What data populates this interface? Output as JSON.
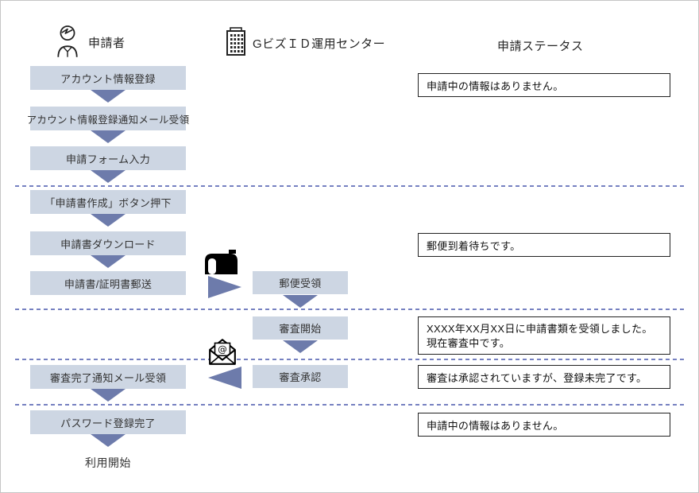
{
  "header": {
    "applicant_label": "申請者",
    "operator_label": "GビズＩＤ運用センター",
    "status_label": "申請ステータス"
  },
  "applicant_steps": [
    {
      "label": "アカウント情報登録"
    },
    {
      "label": "アカウント情報登録通知メール受領"
    },
    {
      "label": "申請フォーム入力"
    },
    {
      "label": "「申請書作成」ボタン押下"
    },
    {
      "label": "申請書ダウンロード"
    },
    {
      "label": "申請書/証明書郵送"
    },
    {
      "label": "審査完了通知メール受領"
    },
    {
      "label": "パスワード登録完了"
    }
  ],
  "final_step": "利用開始",
  "operator_steps": [
    {
      "label": "郵便受領"
    },
    {
      "label": "審査開始"
    },
    {
      "label": "審査承認"
    }
  ],
  "status_messages": [
    {
      "text": "申請中の情報はありません。"
    },
    {
      "text": "郵便到着待ちです。"
    },
    {
      "text": "XXXX年XX月XX日に申請書類を受領しました。",
      "text2": "現在審査中です。"
    },
    {
      "text": "審査は承認されていますが、登録未完了です。"
    },
    {
      "text": "申請中の情報はありません。"
    }
  ],
  "colors": {
    "step_box_fill": "#cdd6e3",
    "arrow": "#6d7bab",
    "dashed_line": "#7681c1",
    "status_border": "#222222"
  }
}
